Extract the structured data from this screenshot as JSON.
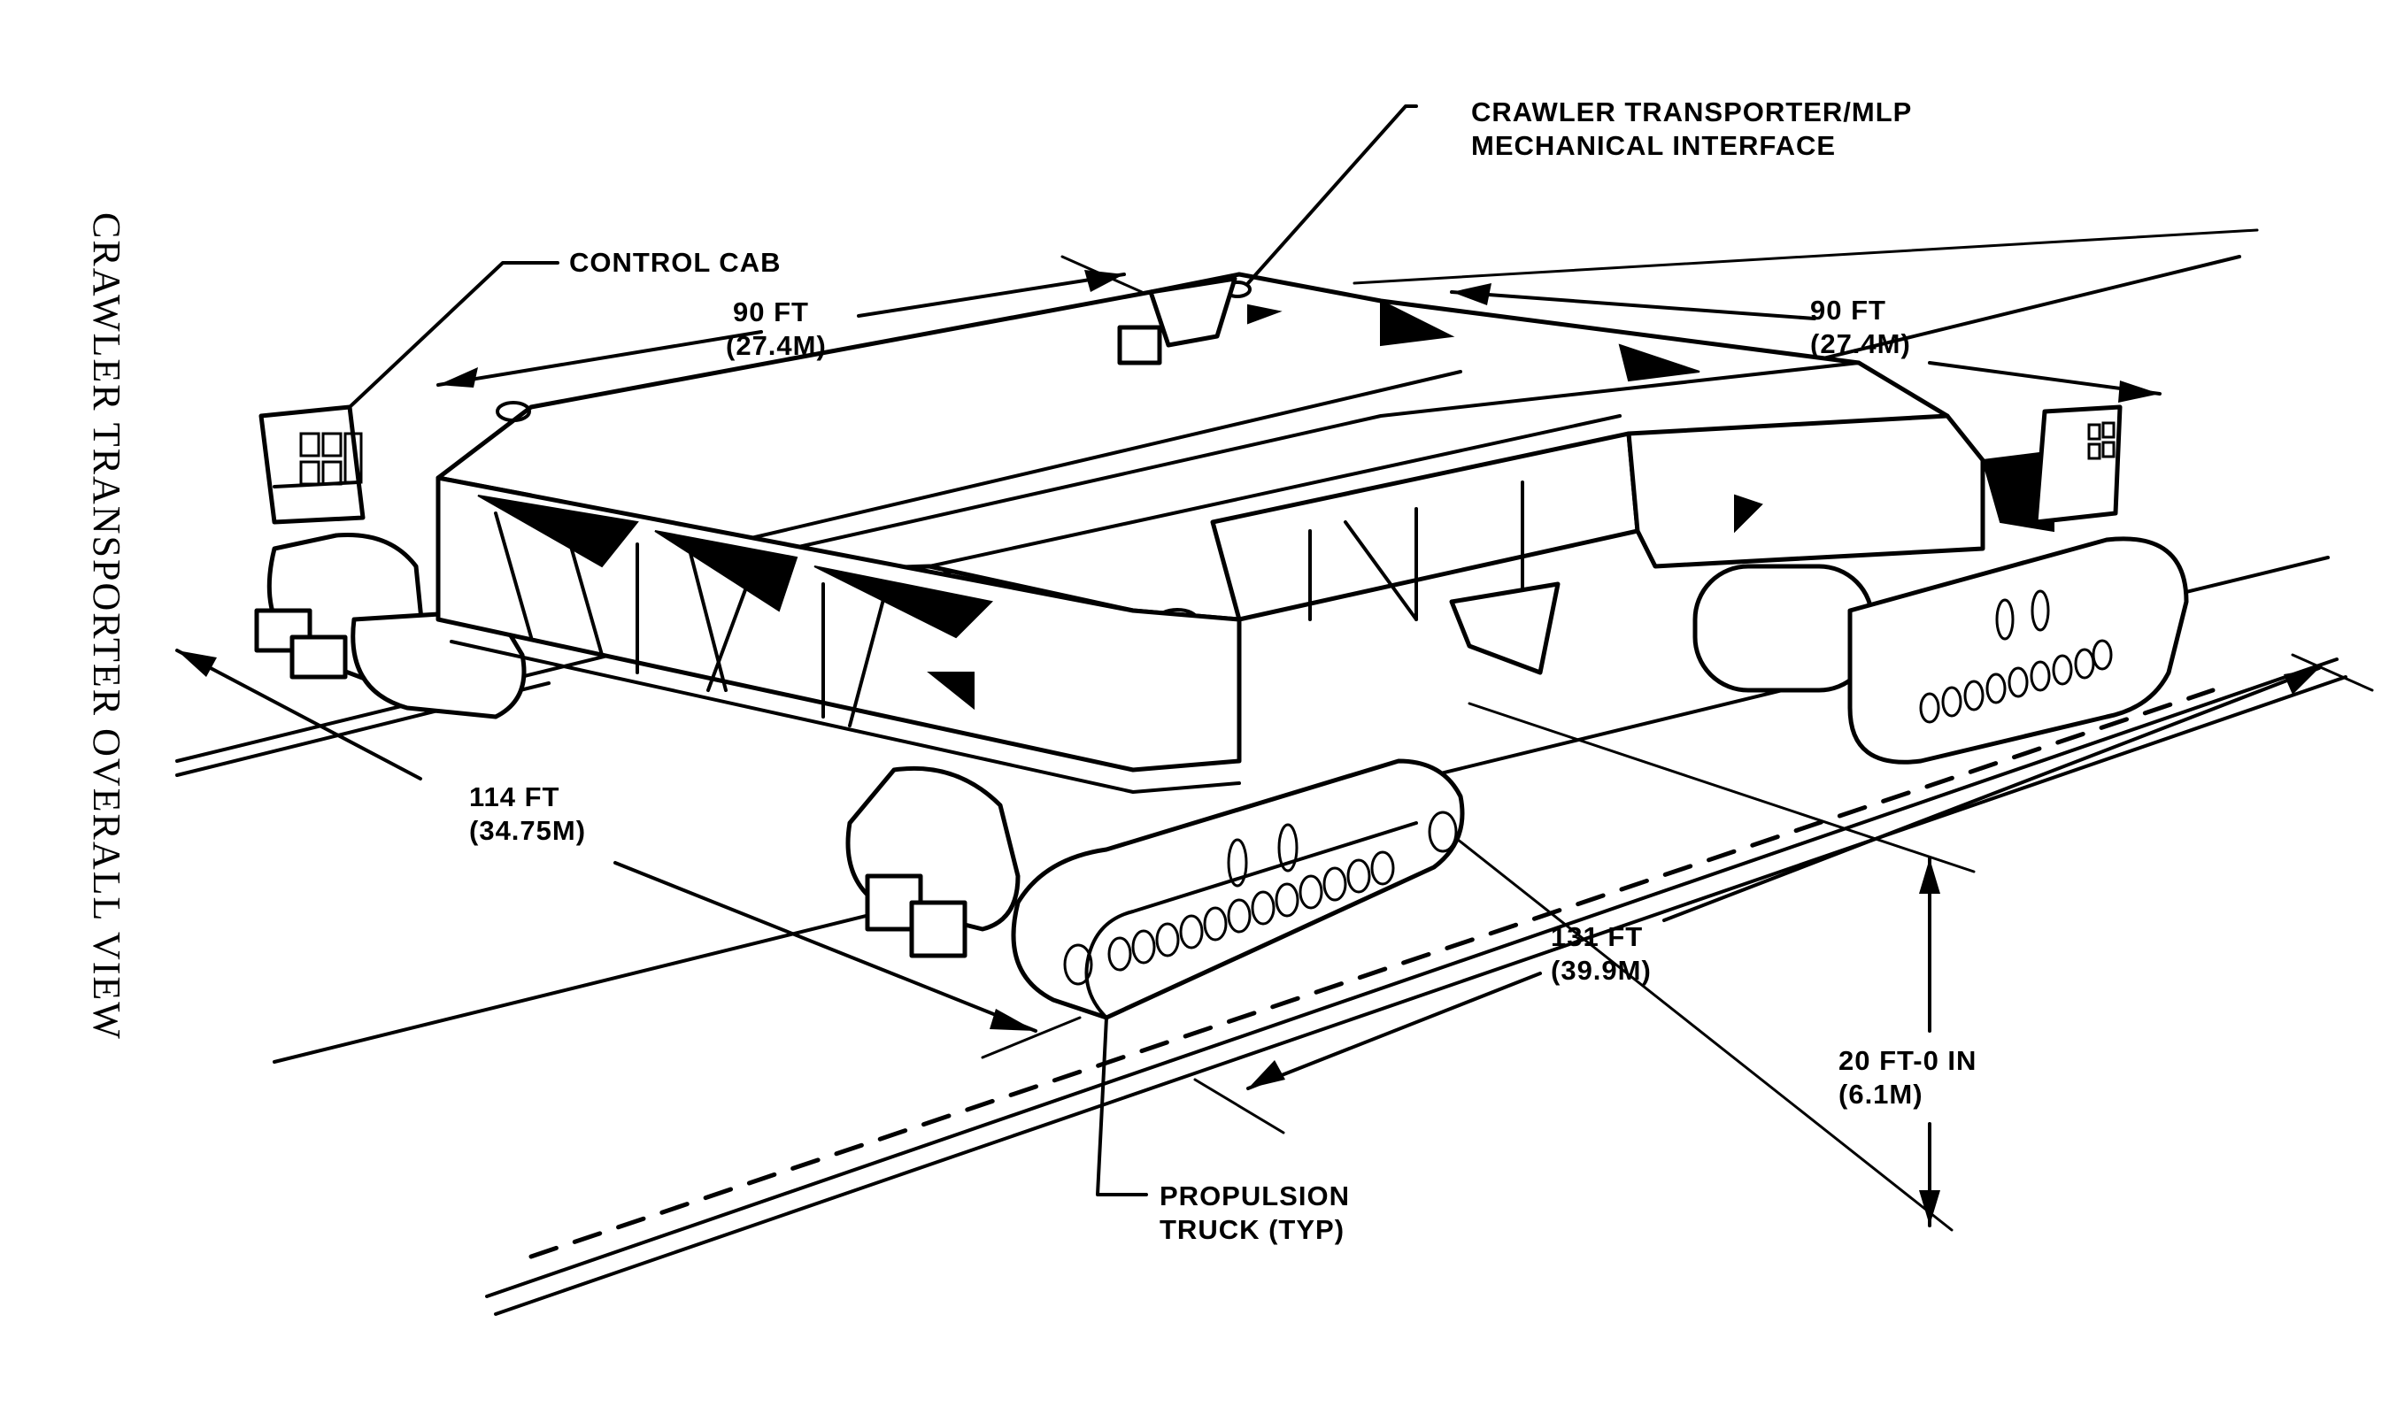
{
  "figure": {
    "title": "CRAWLER TRANSPORTER OVERALL VIEW",
    "subject": "crawler-transporter"
  },
  "callouts": {
    "mlp_interface": {
      "line1": "CRAWLER TRANSPORTER/MLP",
      "line2": "MECHANICAL INTERFACE"
    },
    "control_cab": {
      "line1": "CONTROL CAB"
    },
    "propulsion_truck": {
      "line1": "PROPULSION",
      "line2": "TRUCK (TYP)"
    }
  },
  "dimensions": {
    "width_left": {
      "imperial": "90 FT",
      "metric": "(27.4M)"
    },
    "width_right": {
      "imperial": "90 FT",
      "metric": "(27.4M)"
    },
    "track_span": {
      "imperial": "114 FT",
      "metric": "(34.75M)"
    },
    "length": {
      "imperial": "131 FT",
      "metric": "(39.9M)"
    },
    "height": {
      "imperial": "20 FT-0 IN",
      "metric": "(6.1M)"
    }
  }
}
